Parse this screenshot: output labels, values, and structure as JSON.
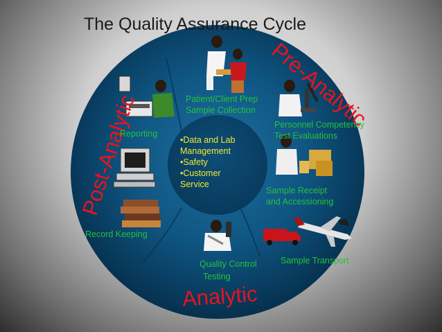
{
  "title": "The Quality Assurance Cycle",
  "phases": {
    "pre_analytic": "Pre-Analytic",
    "analytic": "Analytic",
    "post_analytic": "Post-Analytic"
  },
  "steps": {
    "patient_prep_line1": "Patient/Client Prep",
    "patient_prep_line2": "Sample Collection",
    "personnel_line1": "Personnel Competency",
    "personnel_line2": "Test Evaluations",
    "sample_receipt_line1": "Sample Receipt",
    "sample_receipt_line2": "and Accessioning",
    "sample_transport": "Sample Transport",
    "quality_control_line1": "Quality Control",
    "quality_control_line2": "Testing",
    "record_keeping": "Record Keeping",
    "reporting": "Reporting"
  },
  "center": {
    "item1_line1": "•Data and Lab",
    "item1_line2": "Management",
    "item2": "•Safety",
    "item3_line1": "•Customer",
    "item3_line2": "Service"
  },
  "colors": {
    "ring": "#0d4c74",
    "ring_dark": "#062b45",
    "phase_text": "#e8141e",
    "step_text": "#23c23a",
    "center_text": "#f2ea2e"
  }
}
